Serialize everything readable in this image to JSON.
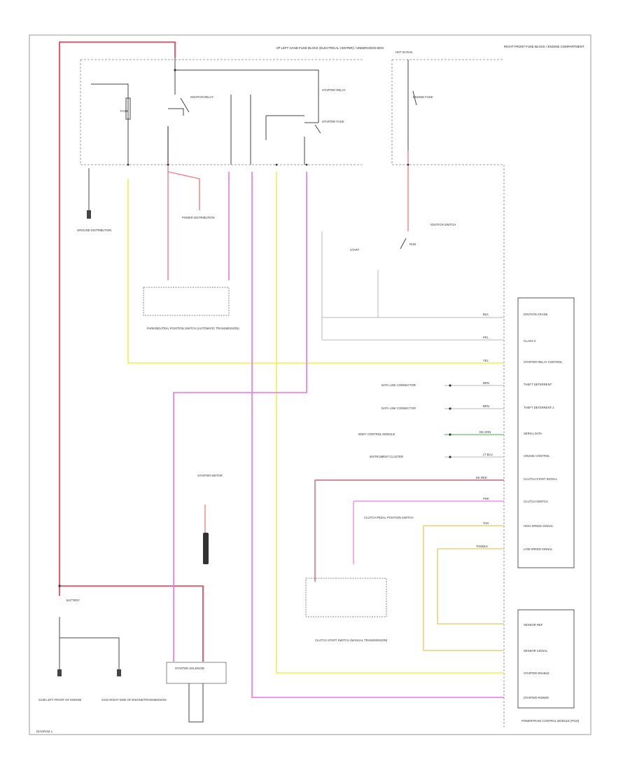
{
  "header_labels": {
    "fuse_block": "I/P LEFT HAND FUSE BLOCK (ELECTRICAL CENTER) / UNDERHOOD BOX",
    "right_fuse": "RIGHT FRONT FUSE BLOCK / ENGINE COMPARTMENT",
    "hot_run": "HOT IN RUN"
  },
  "components": {
    "fuse_box_left": "FUSE",
    "ignition_relay": "IGNITION RELAY",
    "starter_relay": "STARTER RELAY",
    "starter_fuse": "STARTER FUSE",
    "engine_fuse": "ENGINE FUSE",
    "neutral_switch": "PARK/NEUTRAL POSITION SWITCH (AUTOMATIC TRANSMISSION)",
    "ground_distribution": "GROUND DISTRIBUTION",
    "power_distribution": "POWER DISTRIBUTION",
    "ignition_switch": "IGNITION SWITCH",
    "crank_label": "START",
    "run_label": "RUN",
    "battery": "BATTERY",
    "starter_solenoid": "STARTER SOLENOID",
    "clutch_switch": "CLUTCH START SWITCH (MANUAL TRANSMISSION)",
    "clutch_pedal_switch": "CLUTCH PEDAL POSITION SWITCH",
    "starter_motor": "STARTER MOTOR",
    "ground_left": "G100 LEFT FRONT OF ENGINE",
    "ground_right": "G101 RIGHT SIDE OF ENGINE/TRANSMISSION",
    "pcm": "POWERTRAIN CONTROL MODULE (PCM)",
    "data_link": "DATA LINK CONNECTOR",
    "body_control": "BODY CONTROL MODULE"
  },
  "pcm_pins": [
    {
      "wire": "BLK",
      "desc": "IGNITION CRANK"
    },
    {
      "wire": "PPL",
      "desc": "CLASS 2"
    },
    {
      "wire": "YEL",
      "desc": "STARTER RELAY CONTROL"
    },
    {
      "wire": "BRN",
      "desc": "THEFT DETERRENT"
    },
    {
      "wire": "BRN",
      "desc": "THEFT DETERRENT 2"
    },
    {
      "wire": "DK GRN",
      "desc": "SERIAL DATA"
    },
    {
      "wire": "LT BLU",
      "desc": "CRUISE CONTROL"
    },
    {
      "wire": "DK RED",
      "desc": "CLUTCH START SIGNAL"
    },
    {
      "wire": "PNK",
      "desc": "CLUTCH SWITCH"
    },
    {
      "wire": "TAN",
      "desc": "HIGH SPEED SIGNAL"
    },
    {
      "wire": "TAN/BLK",
      "desc": "LOW SPEED SIGNAL"
    }
  ],
  "pcm_lower_pins": [
    {
      "wire": "TAN",
      "desc": "SENSOR REF"
    },
    {
      "wire": "TAN",
      "desc": "SENSOR SIGNAL"
    },
    {
      "wire": "YEL",
      "desc": "STARTER ENABLE"
    },
    {
      "wire": "PNK",
      "desc": "STARTER POWER"
    }
  ],
  "side_labels": [
    "DATA LINK CONNECTOR",
    "DATA LINK CONNECTOR",
    "BODY CONTROL MODULE",
    "INSTRUMENT CLUSTER"
  ],
  "footer_code": "DIAGRAM 1"
}
